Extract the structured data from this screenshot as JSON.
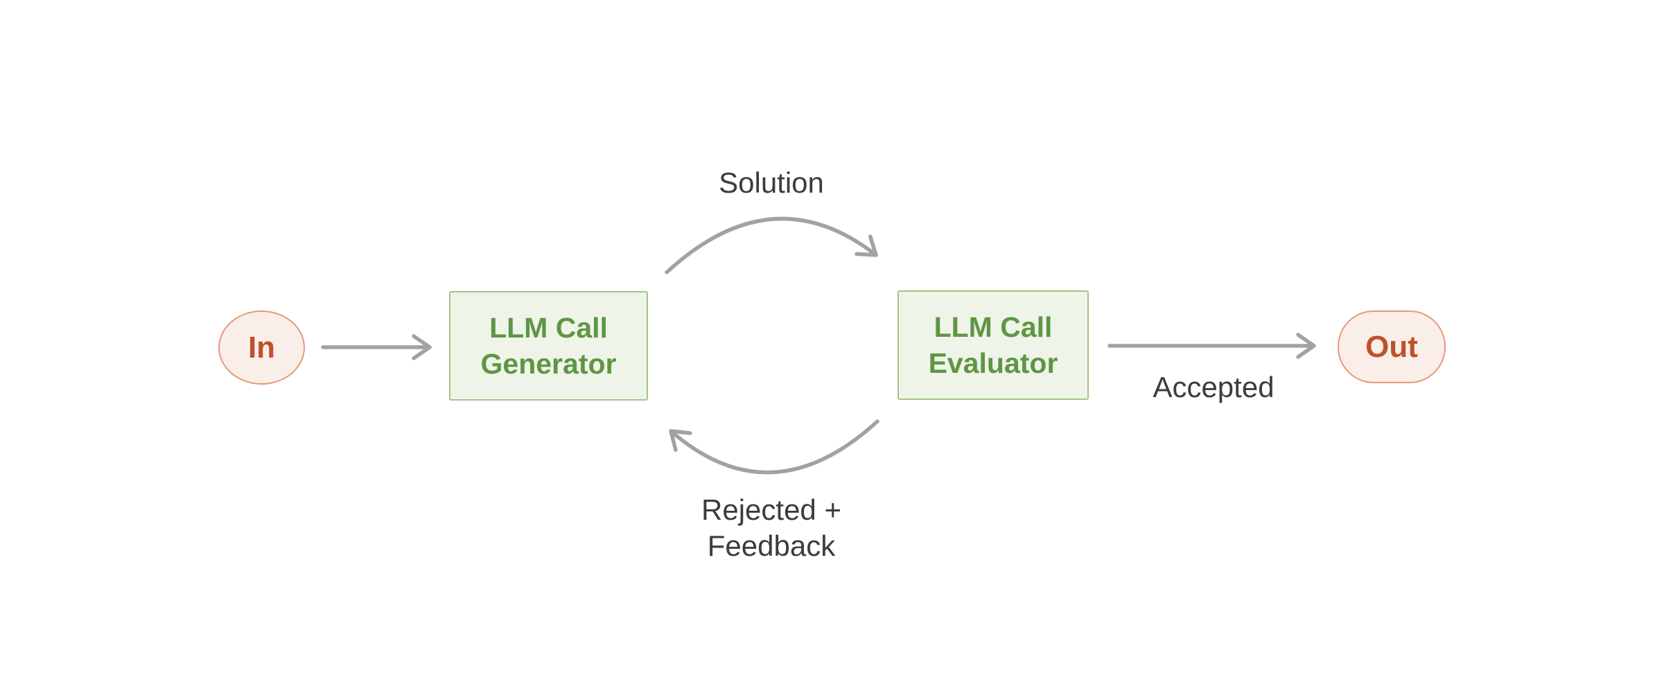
{
  "diagram": {
    "title": "evaluator-optimizer-loop",
    "background_color": "#ffffff",
    "nodes": {
      "in": {
        "label": "In",
        "shape": "ellipse",
        "fill": "#faeee8",
        "border_color": "#e8977b",
        "text_color": "#be512b"
      },
      "generator": {
        "label_line1": "LLM Call",
        "label_line2": "Generator",
        "shape": "rectangle",
        "fill": "#eff4e9",
        "border_color": "#a0c684",
        "text_color": "#5e9644"
      },
      "evaluator": {
        "label_line1": "LLM Call",
        "label_line2": "Evaluator",
        "shape": "rectangle",
        "fill": "#eff4e9",
        "border_color": "#a0c684",
        "text_color": "#5e9644"
      },
      "out": {
        "label": "Out",
        "shape": "pill",
        "fill": "#faeee8",
        "border_color": "#e8977b",
        "text_color": "#be512b"
      }
    },
    "edges": {
      "arrow_color": "#a2a29e",
      "label_color": "#3c3c39",
      "in_to_generator": {
        "from": "in",
        "to": "generator",
        "label": ""
      },
      "generator_to_evaluator": {
        "from": "generator",
        "to": "evaluator",
        "label": "Solution",
        "style": "curved-up"
      },
      "evaluator_to_generator": {
        "from": "evaluator",
        "to": "generator",
        "label_line1": "Rejected +",
        "label_line2": "Feedback",
        "style": "curved-down"
      },
      "evaluator_to_out": {
        "from": "evaluator",
        "to": "out",
        "label": "Accepted"
      }
    }
  }
}
